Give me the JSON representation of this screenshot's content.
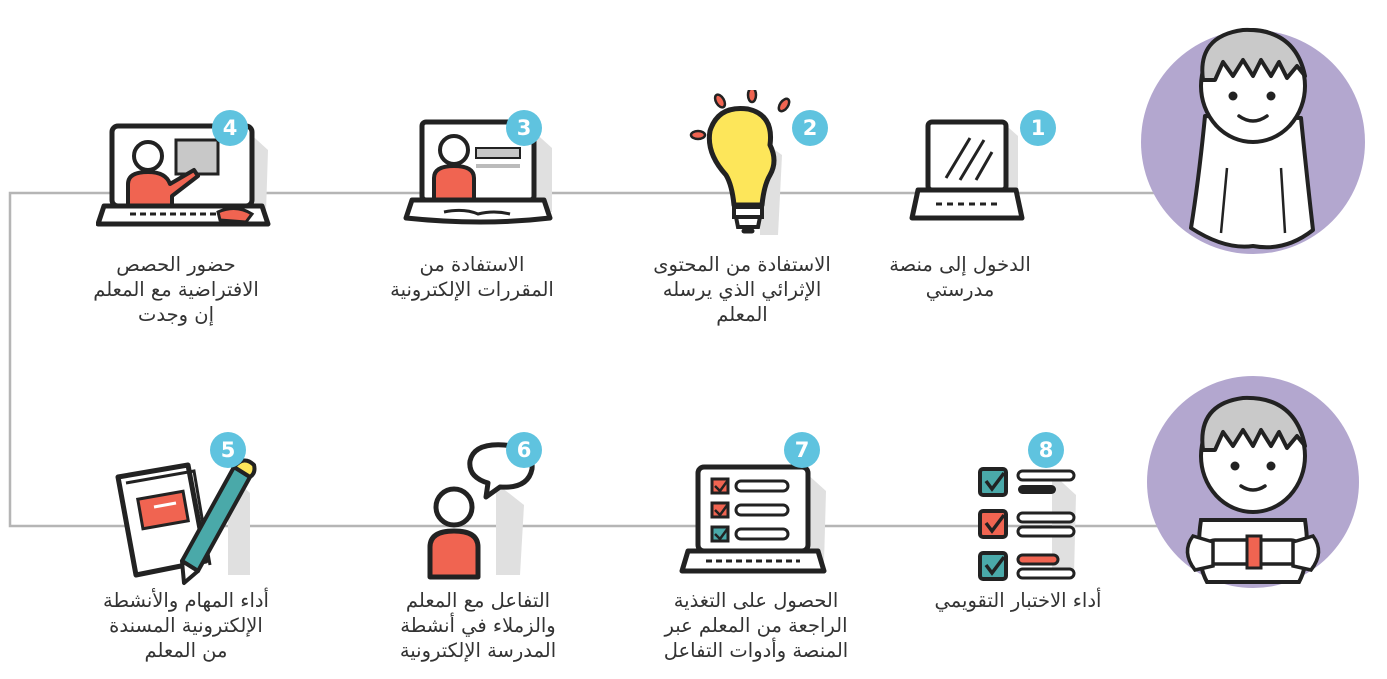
{
  "steps": [
    {
      "number": "1",
      "label": "الدخول إلى منصة\nمدرستي"
    },
    {
      "number": "2",
      "label": "الاستفادة من المحتوى\nالإثرائي الذي يرسله\nالمعلم"
    },
    {
      "number": "3",
      "label": "الاستفادة من\nالمقررات الإلكترونية"
    },
    {
      "number": "4",
      "label": "حضور الحصص\nالافتراضية مع المعلم\nإن وجدت"
    },
    {
      "number": "5",
      "label": "أداء المهام والأنشطة\nالإلكترونية المسندة\nمن المعلم"
    },
    {
      "number": "6",
      "label": "التفاعل مع المعلم\nوالزملاء في أنشطة\nالمدرسة الإلكترونية"
    },
    {
      "number": "7",
      "label": "الحصول على التغذية\nالراجعة من المعلم عبر\nالمنصة وأدوات التفاعل"
    },
    {
      "number": "8",
      "label": "أداء الاختبار التقويمي"
    }
  ],
  "colors": {
    "badge": "#5fc3df",
    "avatar_circle": "#b3a7cf",
    "accent_red": "#f06451",
    "accent_teal": "#4aa9a9",
    "bulb_yellow": "#fde65a",
    "connector": "#b5b5b5"
  },
  "icons": {
    "step1": "laptop-icon",
    "step2": "lightbulb-icon",
    "step3": "laptop-course-icon",
    "step4": "laptop-teacher-icon",
    "step5": "notebook-pencil-icon",
    "step6": "person-speech-icon",
    "step7": "laptop-checklist-icon",
    "step8": "checklist-icon",
    "avatar_top": "student-avatar",
    "avatar_bottom": "graduate-avatar"
  }
}
